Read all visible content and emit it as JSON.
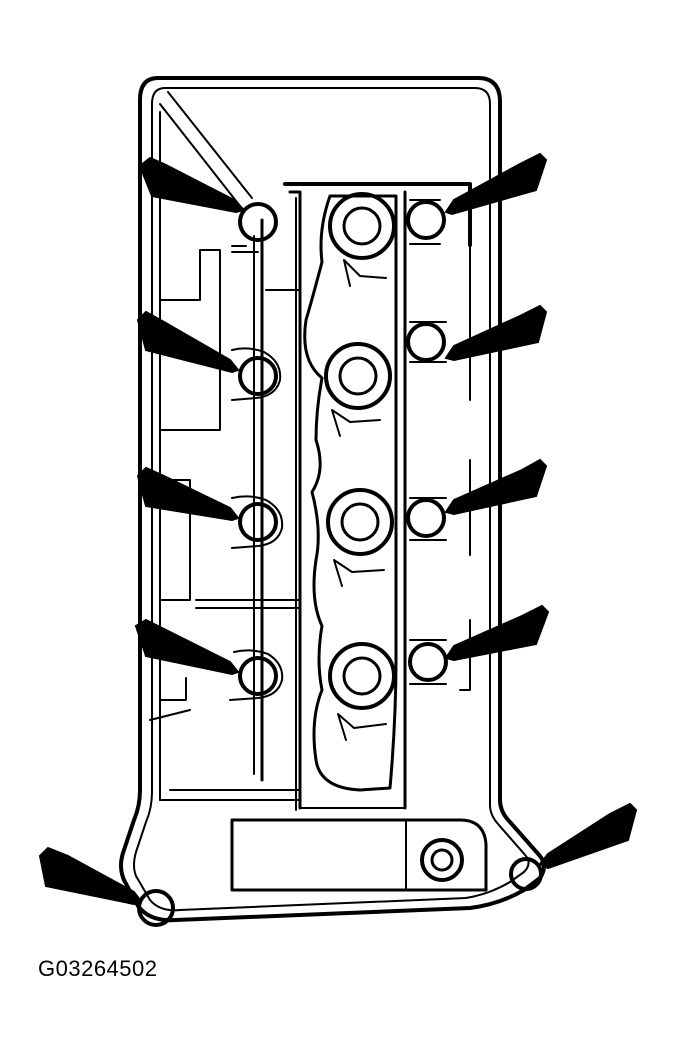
{
  "figure": {
    "reference_code": "G03264502"
  },
  "callouts": {
    "arrow_count": 10,
    "meaning": "bolt"
  },
  "colors": {
    "line": "#000000",
    "background": "#ffffff"
  }
}
